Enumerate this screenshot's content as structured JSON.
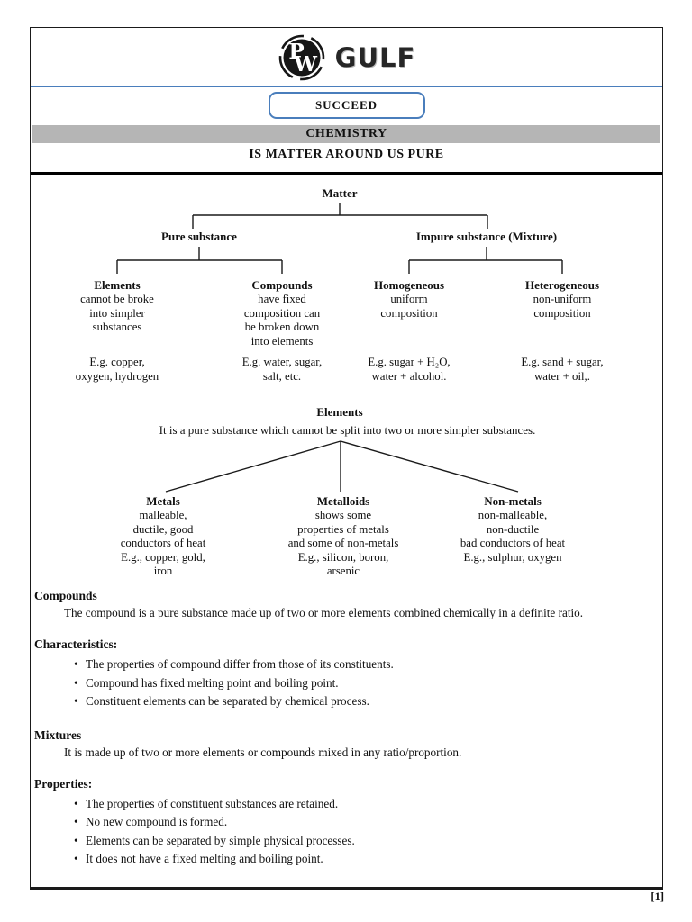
{
  "header": {
    "logo_monogram_top": "P",
    "logo_monogram_bottom": "W",
    "brand": "GULF",
    "succeed_label": "SUCCEED",
    "subject_banner": "CHEMISTRY",
    "chapter_title": "IS MATTER AROUND US PURE"
  },
  "matter_tree": {
    "root": "Matter",
    "branches": [
      {
        "label": "Pure substance",
        "children": [
          {
            "title": "Elements",
            "description": [
              "cannot be broke",
              "into simpler",
              "substances"
            ],
            "example": [
              "E.g. copper,",
              "oxygen, hydrogen"
            ]
          },
          {
            "title": "Compounds",
            "description": [
              "have fixed",
              "composition can",
              "be broken down",
              "into elements"
            ],
            "example": [
              "E.g. water, sugar,",
              "salt, etc."
            ]
          }
        ]
      },
      {
        "label": "Impure substance (Mixture)",
        "children": [
          {
            "title": "Homogeneous",
            "description": [
              "uniform",
              "composition"
            ],
            "example": [
              "E.g. sugar + H₂O,",
              "water + alcohol."
            ]
          },
          {
            "title": "Heterogeneous",
            "description": [
              "non-uniform",
              "composition"
            ],
            "example": [
              "E.g. sand + sugar,",
              "water + oil,."
            ]
          }
        ]
      }
    ]
  },
  "elements_tree": {
    "title": "Elements",
    "description": "It is a pure substance which cannot be split into two or more simpler substances.",
    "children": [
      {
        "title": "Metals",
        "lines": [
          "malleable,",
          "ductile, good",
          "conductors of heat",
          "E.g., copper, gold,",
          "iron"
        ]
      },
      {
        "title": "Metalloids",
        "lines": [
          "shows some",
          "properties of metals",
          "and some of non-metals",
          "E.g., silicon, boron,",
          "arsenic"
        ]
      },
      {
        "title": "Non-metals",
        "lines": [
          "non-malleable,",
          "non-ductile",
          "bad conductors of heat",
          "E.g., sulphur, oxygen"
        ]
      }
    ]
  },
  "sections": [
    {
      "heading": "Compounds",
      "paragraph": "The compound is a pure substance made up of two or more elements combined chemically in a definite ratio."
    },
    {
      "heading": "Characteristics:",
      "bullets": [
        "The properties of compound differ from those of its constituents.",
        "Compound has fixed melting point and boiling point.",
        "Constituent elements can be separated by chemical process."
      ]
    },
    {
      "heading": "Mixtures",
      "paragraph": "It is made up of two or more elements or compounds mixed in any ratio/proportion."
    },
    {
      "heading": "Properties:",
      "bullets": [
        "The properties of constituent substances are retained.",
        "No new compound is formed.",
        "Elements can be separated by simple physical processes.",
        "It does not have a fixed melting and boiling point."
      ]
    }
  ],
  "footer": {
    "page_number": "[1]"
  },
  "glyphs": {
    "bullet": "•"
  },
  "colors": {
    "accent_blue": "#4a7ebc",
    "banner_gray": "#b5b5b5",
    "line_black": "#1a1a1a"
  }
}
